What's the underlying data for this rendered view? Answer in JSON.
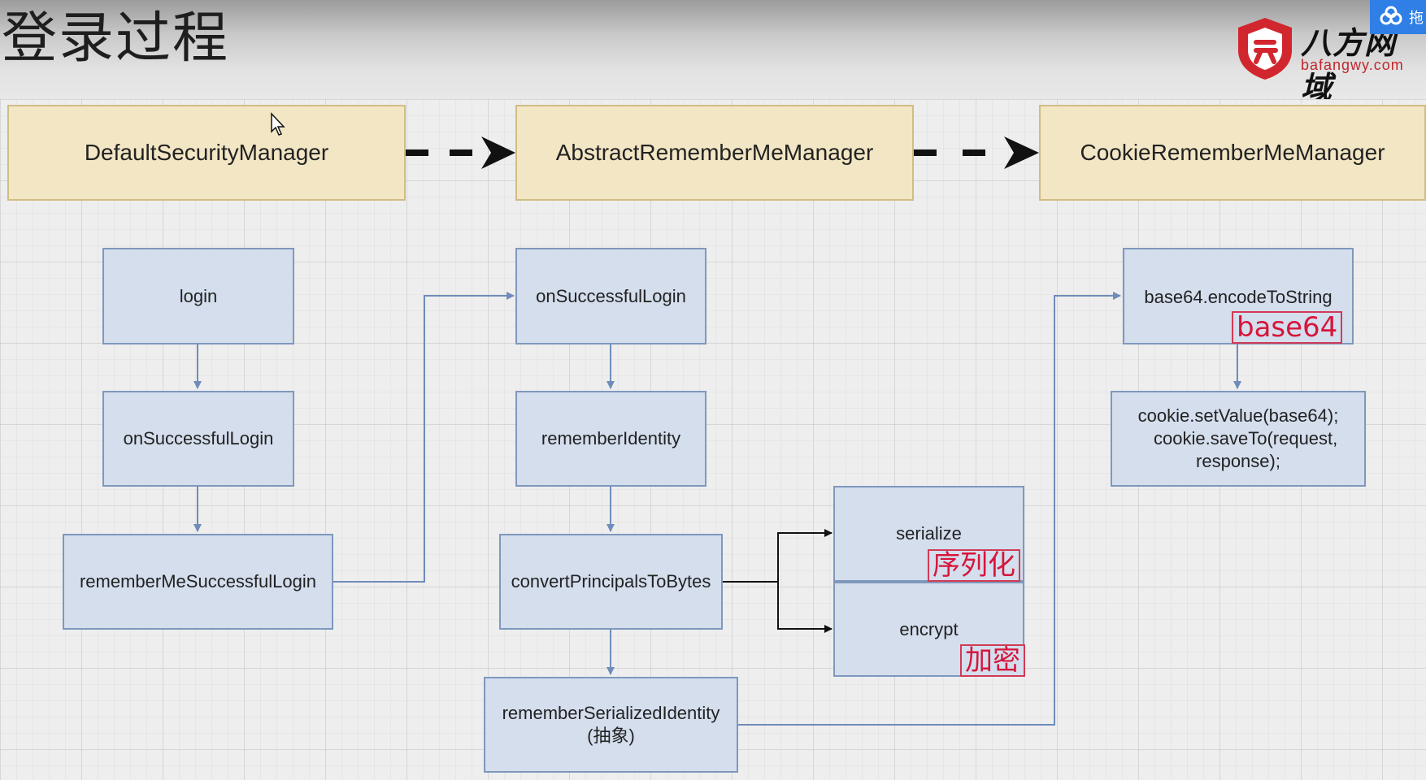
{
  "header": {
    "title": "登录过程"
  },
  "logo": {
    "name": "八方网域",
    "url": "bafangwy.com"
  },
  "toolbar": {
    "cloud_label": "拖"
  },
  "classes": {
    "default_security_manager": "DefaultSecurityManager",
    "abstract_remember_me_manager": "AbstractRememberMeManager",
    "cookie_remember_me_manager": "CookieRememberMeManager"
  },
  "column1": {
    "login": "login",
    "on_successful_login": "onSuccessfulLogin",
    "remember_me_successful_login": "rememberMeSuccessfulLogin"
  },
  "column2": {
    "on_successful_login": "onSuccessfulLogin",
    "remember_identity": "rememberIdentity",
    "convert_principals_to_bytes": "convertPrincipalsToBytes",
    "remember_serialized_identity": "rememberSerializedIdentity\n(抽象)"
  },
  "column3": {
    "serialize": "serialize",
    "serialize_tag": "序列化",
    "encrypt": "encrypt",
    "encrypt_tag": "加密"
  },
  "column4": {
    "base64_encode": "base64.encodeToString",
    "base64_tag": "base64",
    "cookie_set": "cookie.setValue(base64);\n   cookie.saveTo(request,\nresponse);"
  },
  "colors": {
    "class_fill": "#f2e6c4",
    "method_fill": "#d4deed",
    "connector": "#6f8cba",
    "dashed_arrow": "#111111",
    "tag_red": "#d7153b"
  }
}
